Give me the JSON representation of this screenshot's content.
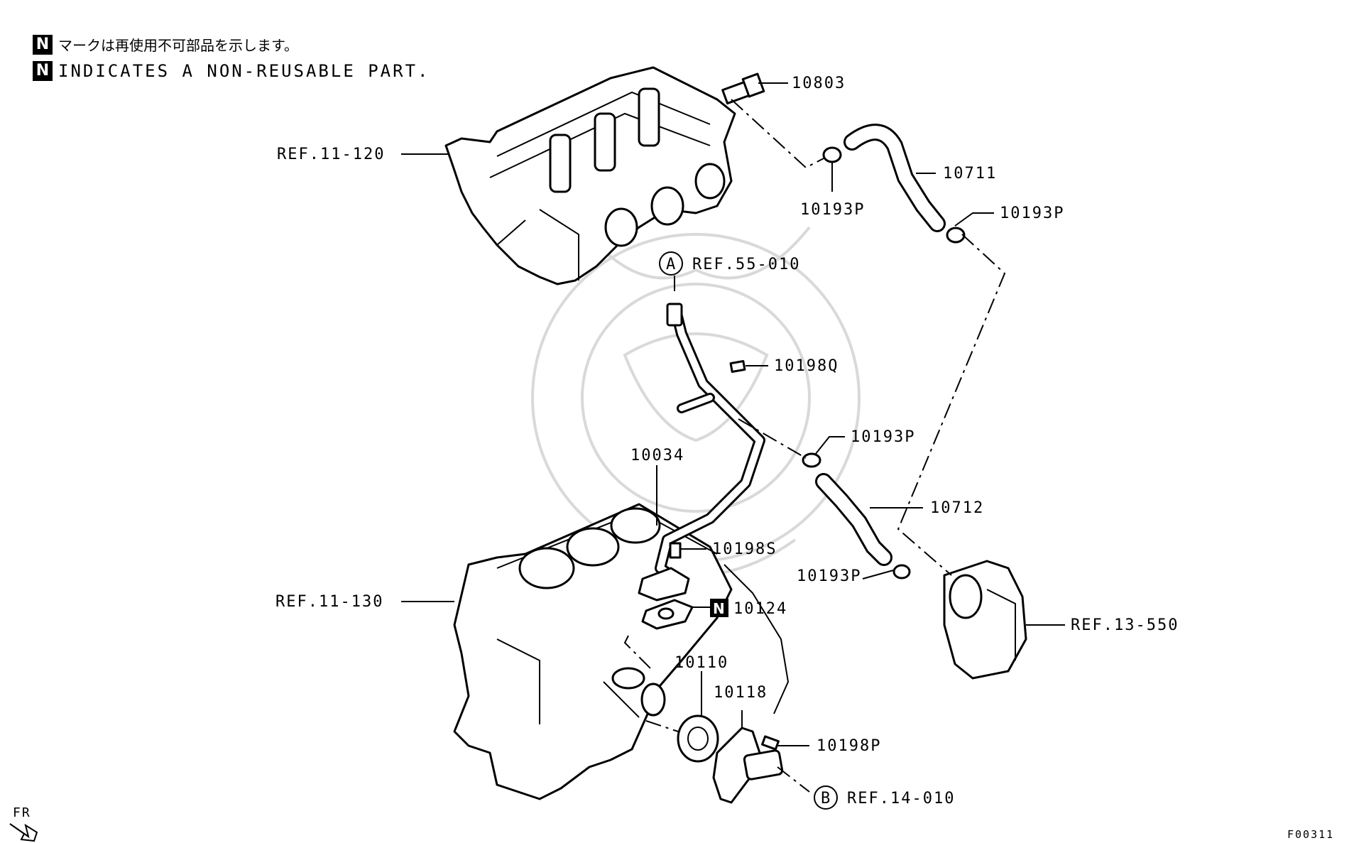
{
  "notes": {
    "jp": "マークは再使用不可部品を示します。",
    "en": "INDICATES A NON-REUSABLE PART.",
    "badge": "N"
  },
  "labels": {
    "p10803": "10803",
    "p10711": "10711",
    "p10193p_a": "10193P",
    "p10193p_b": "10193P",
    "p10193p_c": "10193P",
    "p10193p_d": "10193P",
    "ref11120": "REF.11-120",
    "refA": "REF.55-010",
    "circleA": "A",
    "p10198q": "10198Q",
    "p10034": "10034",
    "p10712": "10712",
    "p10198s": "10198S",
    "ref11130": "REF.11-130",
    "p10124": "10124",
    "badgeN": "N",
    "ref13550": "REF.13-550",
    "p10110": "10110",
    "p10118": "10118",
    "p10198p": "10198P",
    "refB": "REF.14-010",
    "circleB": "B",
    "fr": "FR",
    "figure_code": "F00311"
  }
}
